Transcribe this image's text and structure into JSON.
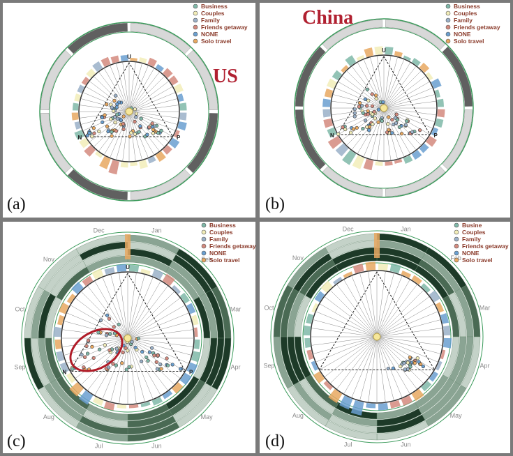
{
  "panels": [
    {
      "id": "a",
      "label": "(a)",
      "country": "US",
      "legend": [
        "Business",
        "Couples",
        "Family",
        "Friends getaway",
        "NONE",
        "Solo travel"
      ],
      "months": [],
      "vertices": [
        "U",
        "N",
        "P"
      ],
      "highlight": false
    },
    {
      "id": "b",
      "label": "(b)",
      "country": "China",
      "legend": [
        "Business",
        "Couples",
        "Family",
        "Friends getaway",
        "NONE",
        "Solo travel"
      ],
      "months": [],
      "vertices": [
        "U",
        "N",
        "P"
      ],
      "highlight": false
    },
    {
      "id": "c",
      "label": "(c)",
      "country": "",
      "legend": [
        "Business",
        "Couples",
        "Family",
        "Friends getaway",
        "NONE",
        "Solo travel"
      ],
      "months": [
        "Jan",
        "Feb",
        "Mar",
        "Apr",
        "May",
        "Jun",
        "Jul",
        "Aug",
        "Sep",
        "Oct",
        "Nov",
        "Dec"
      ],
      "vertices": [
        "U",
        "N",
        "P"
      ],
      "highlight": true
    },
    {
      "id": "d",
      "label": "(d)",
      "country": "",
      "legend": [
        "Busine",
        "Couples",
        "Family",
        "Friends getaway",
        "NONE",
        "Solo travel"
      ],
      "months": [
        "Jan",
        "Feb",
        "Mar",
        "Apr",
        "May",
        "Jun",
        "Jul",
        "Aug",
        "Sep",
        "Oct",
        "Nov",
        "Dec"
      ],
      "vertices": [
        "",
        "",
        ""
      ],
      "highlight": false
    }
  ],
  "colors": {
    "legend": [
      "#7fb8a8",
      "#f2edb8",
      "#9ab0c8",
      "#d48a7e",
      "#6a9fd0",
      "#e8a860"
    ],
    "highlight": "#b01c28",
    "ring_green": "#3a9a5a",
    "ring_dark": "#606060",
    "ring_light": "#d8d8d8"
  }
}
